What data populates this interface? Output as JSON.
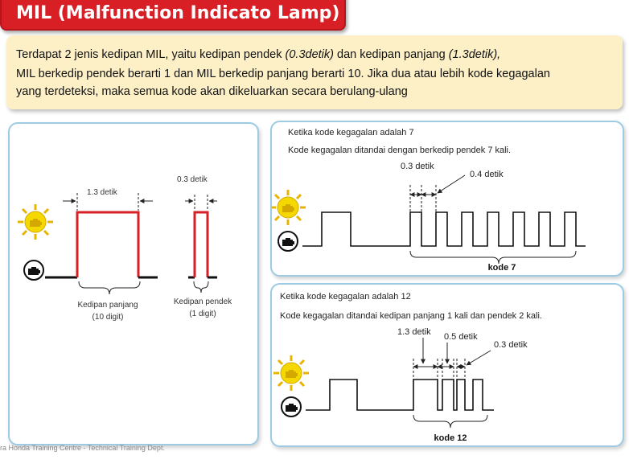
{
  "title": "MIL (Malfunction Indicato Lamp)",
  "intro": {
    "line1_a": "Terdapat 2 jenis kedipan MIL, yaitu kedipan pendek ",
    "line1_b": "(0.3detik)",
    "line1_c": " dan kedipan panjang ",
    "line1_d": "(1.3detik),",
    "line2": "MIL berkedip pendek berarti 1 dan MIL berkedip panjang berarti 10. Jika dua atau lebih kode kegagalan",
    "line3": "yang terdeteksi, maka semua kode akan dikeluarkan secara berulang-ulang"
  },
  "left_panel": {
    "long_time": "1.3 detik",
    "short_time": "0.3 detik",
    "long_label_1": "Kedipan panjang",
    "long_label_2": "(10 digit)",
    "short_label_1": "Kedipan pendek",
    "short_label_2": "(1 digit)"
  },
  "code7": {
    "heading": "Ketika kode kegagalan adalah 7",
    "desc": "Kode kegagalan ditandai dengan berkedip pendek 7 kali.",
    "on_time": "0.3 detik",
    "off_time": "0.4 detik",
    "label": "kode 7"
  },
  "code12": {
    "heading": "Ketika kode kegagalan adalah 12",
    "desc": "Kode kegagalan ditandai kedipan panjang 1 kali dan pendek 2 kali.",
    "long_time": "1.3 detik",
    "gap_time": "0.5 detik",
    "short_time": "0.3 detik",
    "label": "kode 12"
  },
  "footer": "ra Honda Training Centre - Technical Training Dept.",
  "colors": {
    "title_bg": "#d81f26",
    "intro_bg": "#fdf0c7",
    "panel_border": "#9ccbe3",
    "signal_red": "#d81f26",
    "lamp_yellow": "#f5d800"
  },
  "icons": [
    "sun-lamp-icon",
    "engine-check-icon"
  ]
}
